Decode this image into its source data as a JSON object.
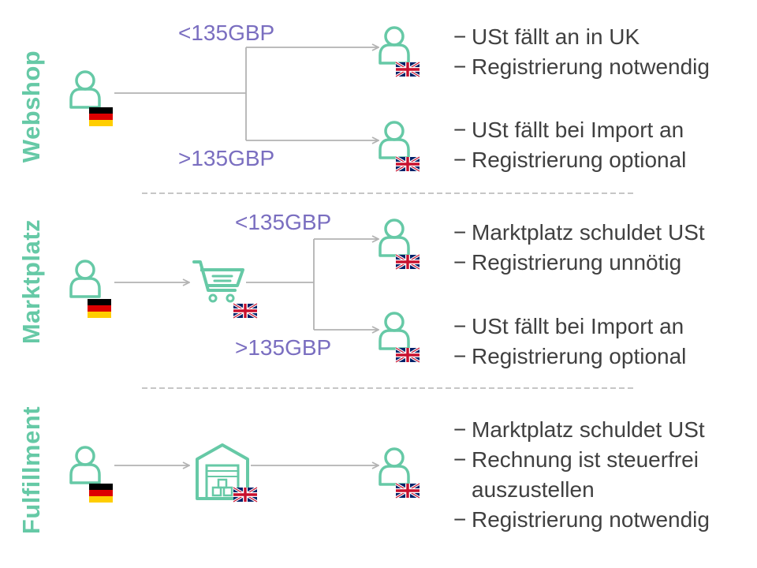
{
  "sections": [
    {
      "label": "Webshop"
    },
    {
      "label": "Marktplatz"
    },
    {
      "label": "Fulfillment"
    }
  ],
  "thresholds": {
    "webshop_low": "<135GBP",
    "webshop_high": ">135GBP",
    "marktplatz_low": "<135GBP",
    "marktplatz_high": ">135GBP"
  },
  "notes": {
    "webshop_low": [
      "USt fällt an in UK",
      "Registrierung notwendig"
    ],
    "webshop_high": [
      "USt fällt bei Import an",
      "Registrierung optional"
    ],
    "marktplatz_low": [
      "Marktplatz schuldet USt",
      "Registrierung unnötig"
    ],
    "marktplatz_high": [
      "USt fällt bei Import an",
      "Registrierung optional"
    ],
    "fulfillment": [
      "Marktplatz schuldet USt",
      "Rechnung ist steuerfrei\nauszustellen",
      "Registrierung notwendig"
    ]
  },
  "icons": {
    "seller": "person-icon",
    "buyer": "person-icon",
    "marketplace": "shopping-cart-icon",
    "warehouse": "warehouse-icon",
    "seller_flag": "germany-flag-icon",
    "buyer_flag": "uk-flag-icon"
  },
  "colors": {
    "accent": "#66c9a6",
    "threshold": "#7a6ec0",
    "text": "#404040",
    "line": "#b3b3b3"
  }
}
